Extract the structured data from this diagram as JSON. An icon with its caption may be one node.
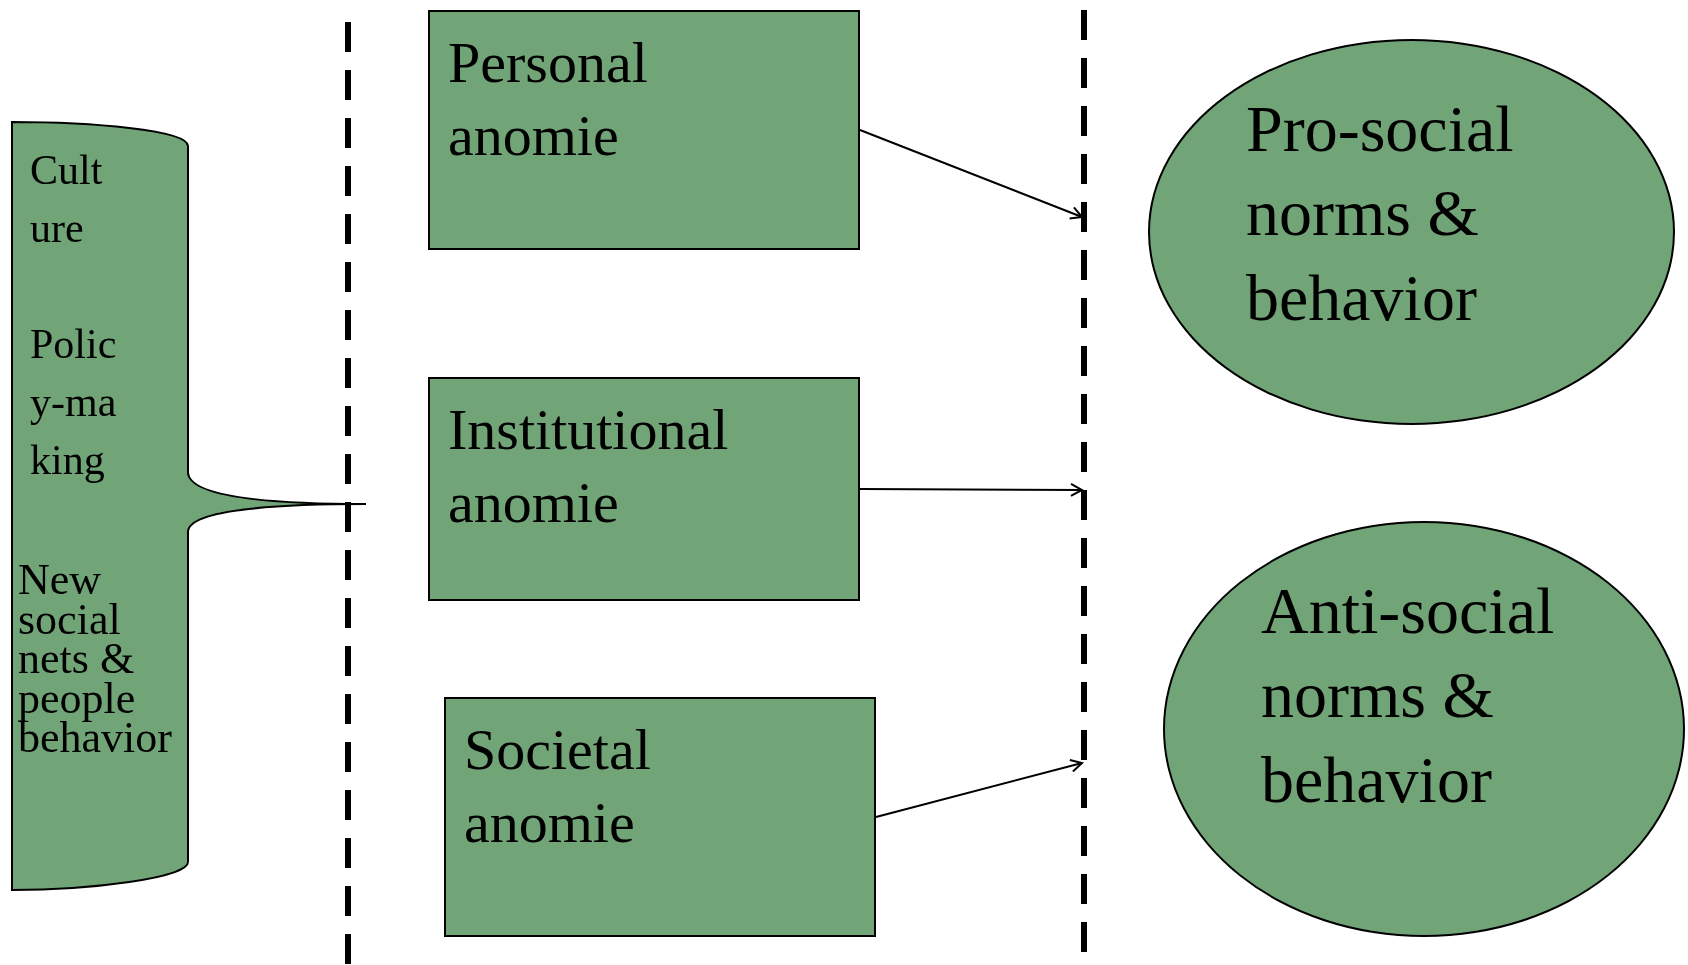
{
  "diagram": {
    "nodes": [
      {
        "text": [
          "Culture",
          "Policy-making",
          "New social nets & people behavior"
        ]
      },
      {
        "text": [
          "Personal anomie"
        ]
      },
      {
        "text": [
          "Institutional anomie"
        ]
      },
      {
        "text": [
          "Societal anomie"
        ]
      },
      {
        "text": [
          "Pro-social norms & behavior"
        ]
      },
      {
        "text": [
          "Anti-social norms & behavior"
        ]
      }
    ],
    "edges": [
      {
        "from": 1,
        "to": null,
        "arrow": "to"
      },
      {
        "from": 2,
        "to": null,
        "arrow": "to"
      },
      {
        "from": 3,
        "to": null,
        "arrow": "to"
      }
    ]
  }
}
